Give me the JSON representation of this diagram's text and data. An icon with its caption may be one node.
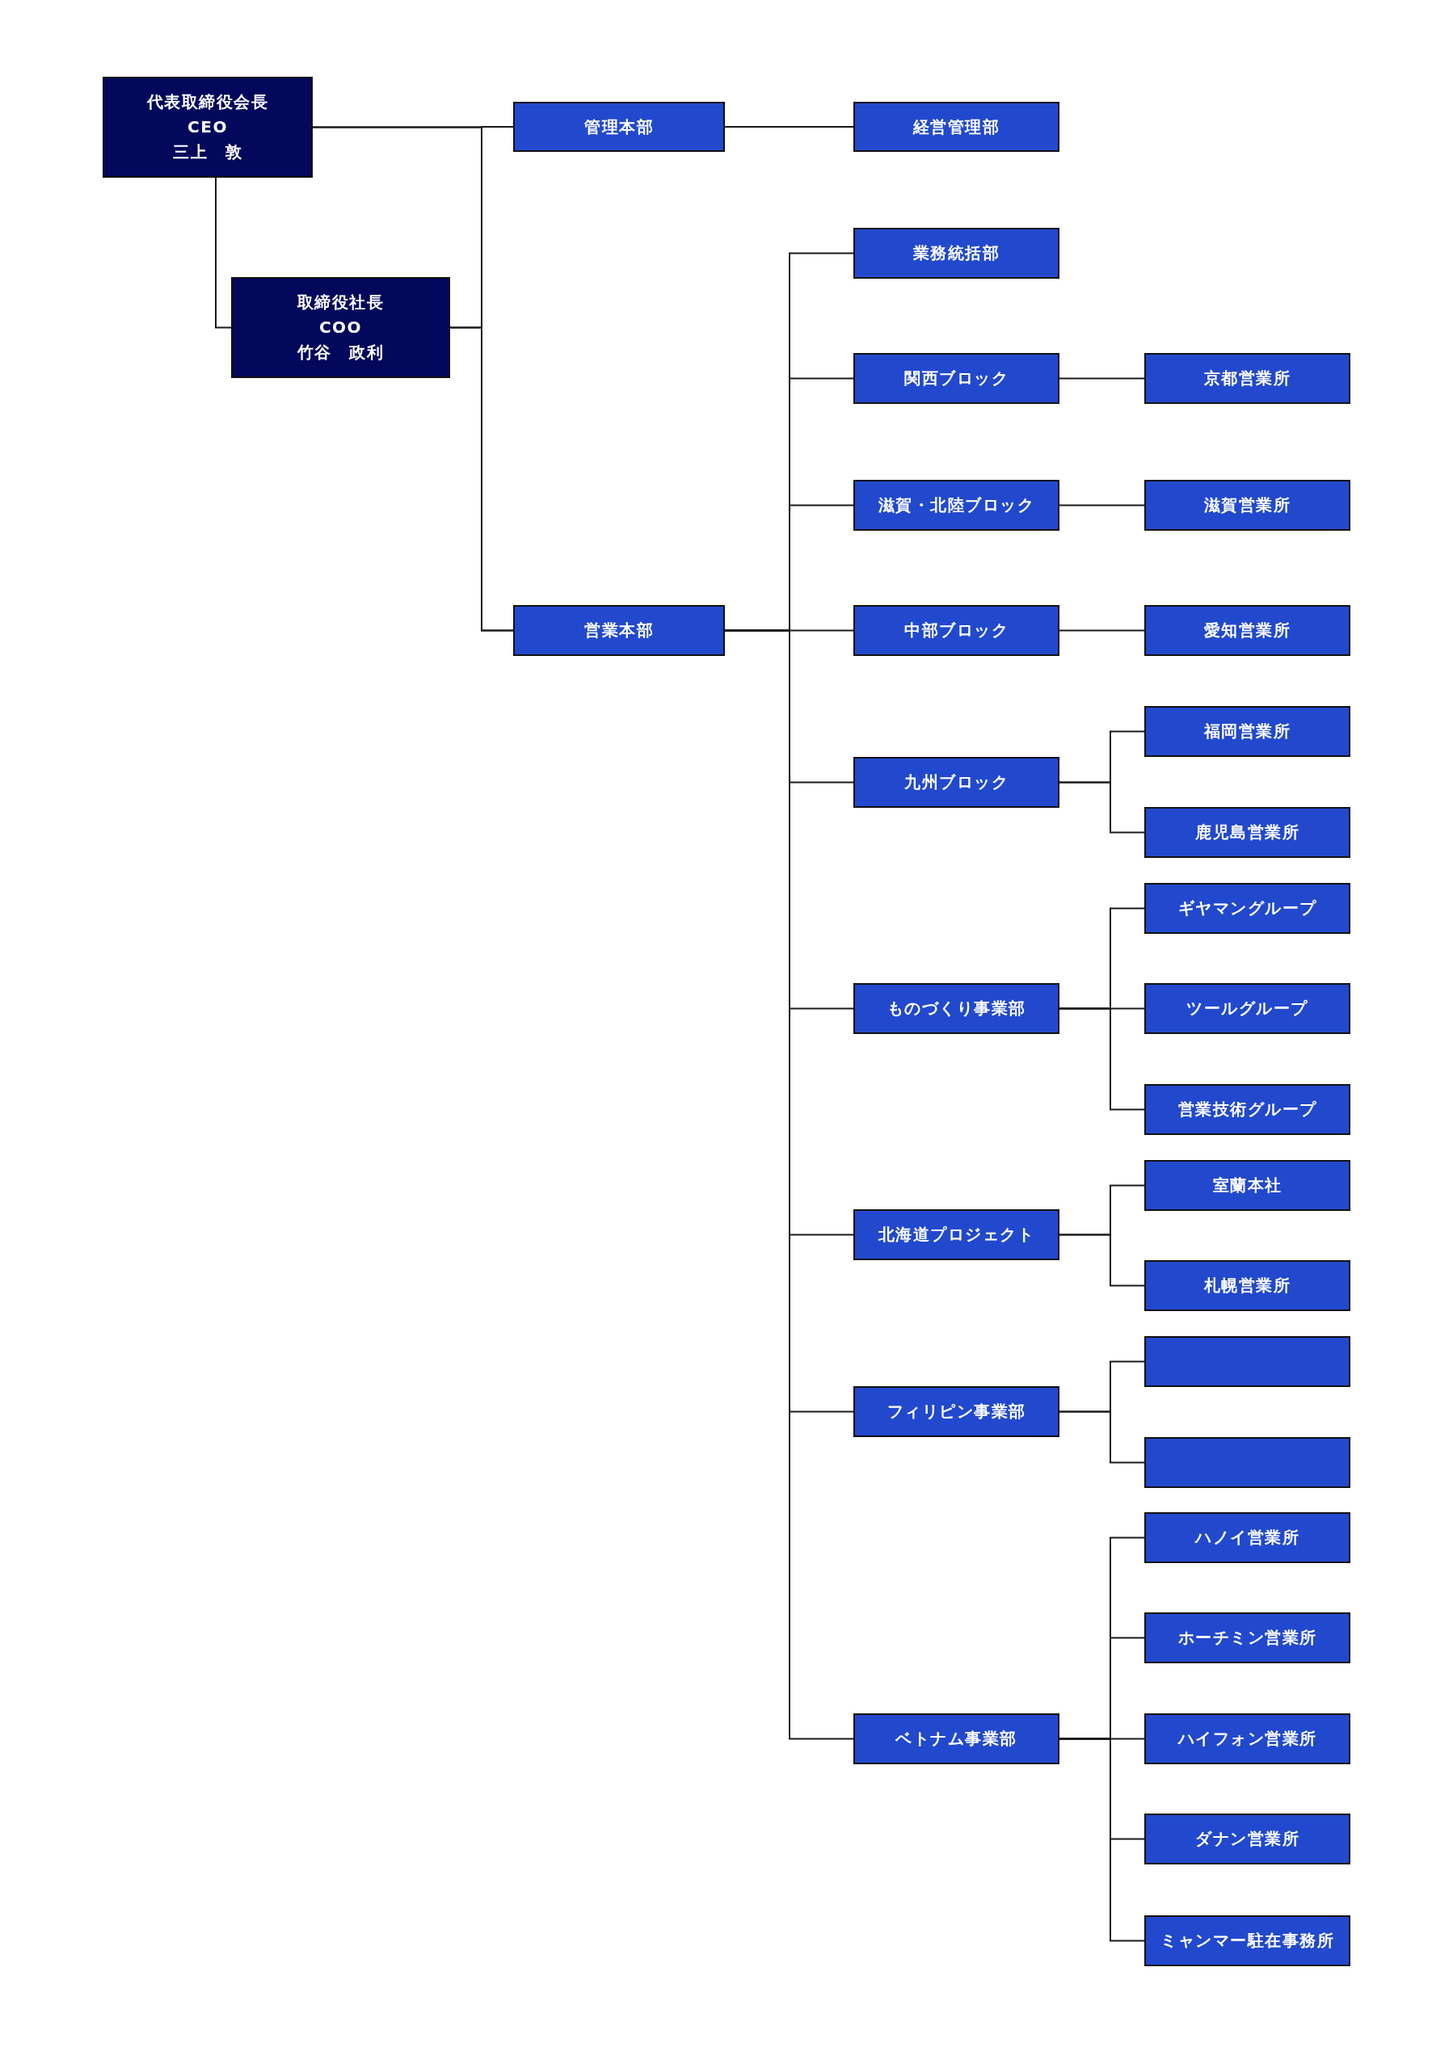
{
  "diagram": {
    "nodes": [
      {
        "text": [
          "代表取締役会長",
          "CEO",
          "三上　敦"
        ]
      },
      {
        "text": [
          "取締役社長",
          "COO",
          "竹谷　政利"
        ]
      },
      {
        "text": [
          "管理本部"
        ]
      },
      {
        "text": [
          "経営管理部"
        ]
      },
      {
        "text": [
          "営業本部"
        ]
      },
      {
        "text": [
          "業務統括部"
        ]
      },
      {
        "text": [
          "関西ブロック"
        ]
      },
      {
        "text": [
          "京都営業所"
        ]
      },
      {
        "text": [
          "滋賀・北陸ブロック"
        ]
      },
      {
        "text": [
          "滋賀営業所"
        ]
      },
      {
        "text": [
          "中部ブロック"
        ]
      },
      {
        "text": [
          "愛知営業所"
        ]
      },
      {
        "text": [
          "九州ブロック"
        ]
      },
      {
        "text": [
          "福岡営業所"
        ]
      },
      {
        "text": [
          "鹿児島営業所"
        ]
      },
      {
        "text": [
          "ものづくり事業部"
        ]
      },
      {
        "text": [
          "ギヤマングループ"
        ]
      },
      {
        "text": [
          "ツールグループ"
        ]
      },
      {
        "text": [
          "営業技術グループ"
        ]
      },
      {
        "text": [
          "北海道プロジェクト"
        ]
      },
      {
        "text": [
          "室蘭本社"
        ]
      },
      {
        "text": [
          "札幌営業所"
        ]
      },
      {
        "text": [
          "フィリピン事業部"
        ]
      },
      {
        "text": [],
        "shape": "box"
      },
      {
        "text": [],
        "shape": "box"
      },
      {
        "text": [
          "ベトナム事業部"
        ]
      },
      {
        "text": [
          "ハノイ営業所"
        ]
      },
      {
        "text": [
          "ホーチミン営業所"
        ]
      },
      {
        "text": [
          "ハイフォン営業所"
        ]
      },
      {
        "text": [
          "ダナン営業所"
        ]
      },
      {
        "text": [
          "ミャンマー駐在事務所"
        ]
      }
    ],
    "edges": [
      {
        "from": 0,
        "to": 1,
        "arrow": "none"
      },
      {
        "from": 0,
        "to": 2,
        "arrow": "none"
      },
      {
        "from": 0,
        "to": 4,
        "arrow": "none"
      },
      {
        "from": 1,
        "to": 2,
        "arrow": "none"
      },
      {
        "from": 1,
        "to": 4,
        "arrow": "none"
      },
      {
        "from": 2,
        "to": 3,
        "arrow": "none"
      },
      {
        "from": 4,
        "to": 5,
        "arrow": "none"
      },
      {
        "from": 4,
        "to": 6,
        "arrow": "none"
      },
      {
        "from": 4,
        "to": 8,
        "arrow": "none"
      },
      {
        "from": 4,
        "to": 10,
        "arrow": "none"
      },
      {
        "from": 4,
        "to": 12,
        "arrow": "none"
      },
      {
        "from": 4,
        "to": 15,
        "arrow": "none"
      },
      {
        "from": 4,
        "to": 19,
        "arrow": "none"
      },
      {
        "from": 4,
        "to": 22,
        "arrow": "none"
      },
      {
        "from": 4,
        "to": 25,
        "arrow": "none"
      },
      {
        "from": 6,
        "to": 7,
        "arrow": "none"
      },
      {
        "from": 8,
        "to": 9,
        "arrow": "none"
      },
      {
        "from": 10,
        "to": 11,
        "arrow": "none"
      },
      {
        "from": 12,
        "to": 13,
        "arrow": "none"
      },
      {
        "from": 12,
        "to": 14,
        "arrow": "none"
      },
      {
        "from": 15,
        "to": 16,
        "arrow": "none"
      },
      {
        "from": 15,
        "to": 17,
        "arrow": "none"
      },
      {
        "from": 15,
        "to": 18,
        "arrow": "none"
      },
      {
        "from": 19,
        "to": 20,
        "arrow": "none"
      },
      {
        "from": 19,
        "to": 21,
        "arrow": "none"
      },
      {
        "from": 22,
        "to": 23,
        "arrow": "none"
      },
      {
        "from": 22,
        "to": 24,
        "arrow": "none"
      },
      {
        "from": 25,
        "to": 26,
        "arrow": "none"
      },
      {
        "from": 25,
        "to": 27,
        "arrow": "none"
      },
      {
        "from": 25,
        "to": 28,
        "arrow": "none"
      },
      {
        "from": 25,
        "to": 29,
        "arrow": "none"
      },
      {
        "from": 25,
        "to": 30,
        "arrow": "none"
      }
    ]
  }
}
